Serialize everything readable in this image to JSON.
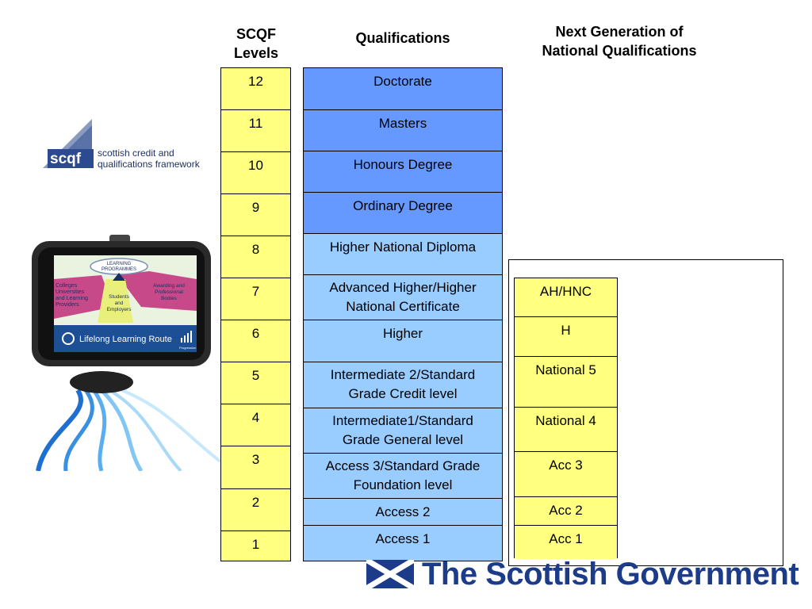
{
  "headers": {
    "levels_line1": "SCQF",
    "levels_line2": "Levels",
    "qualifications": "Qualifications",
    "nextgen_line1": "Next Generation of",
    "nextgen_line2": "National Qualifications"
  },
  "levels": [
    "12",
    "11",
    "10",
    "9",
    "8",
    "7",
    "6",
    "5",
    "4",
    "3",
    "2",
    "1"
  ],
  "qualifications": [
    {
      "line1": "Doctorate",
      "line2": ""
    },
    {
      "line1": "Masters",
      "line2": ""
    },
    {
      "line1": "Honours Degree",
      "line2": ""
    },
    {
      "line1": "Ordinary Degree",
      "line2": ""
    },
    {
      "line1": "Higher National Diploma",
      "line2": ""
    },
    {
      "line1": "Advanced Higher/Higher",
      "line2": "National Certificate"
    },
    {
      "line1": "Higher",
      "line2": ""
    },
    {
      "line1": "Intermediate 2/Standard",
      "line2": "Grade Credit level"
    },
    {
      "line1": "Intermediate1/Standard",
      "line2": "Grade General level"
    },
    {
      "line1": "Access 3/Standard Grade",
      "line2": "Foundation level"
    },
    {
      "line1": "Access 2",
      "line2": ""
    },
    {
      "line1": "Access 1",
      "line2": ""
    }
  ],
  "next_generation": [
    "AH/HNC",
    "H",
    "National 5",
    "National 4",
    "Acc 3",
    "Acc 2",
    "Acc 1"
  ],
  "logo": {
    "mark": "scqf",
    "line1": "scottish credit and",
    "line2": "qualifications framework"
  },
  "satnav": {
    "top_label_line1": "LEARNING",
    "top_label_line2": "PROGRAMMES",
    "left_label_line1": "Colleges",
    "left_label_line2": "Universities",
    "left_label_line3": "and Learning",
    "left_label_line4": "Providers",
    "center_label_line1": "Students",
    "center_label_line2": "and",
    "center_label_line3": "Employers",
    "right_label_line1": "Awarding and",
    "right_label_line2": "Professional",
    "right_label_line3": "Bodies",
    "route": "Lifelong Learning Route",
    "progression": "Progression"
  },
  "footer": {
    "government": "The Scottish Government"
  },
  "colors": {
    "level_fill": "#ffff80",
    "qual_dark": "#6699ff",
    "qual_light": "#99ccff",
    "gov_blue": "#1c3c8a"
  }
}
